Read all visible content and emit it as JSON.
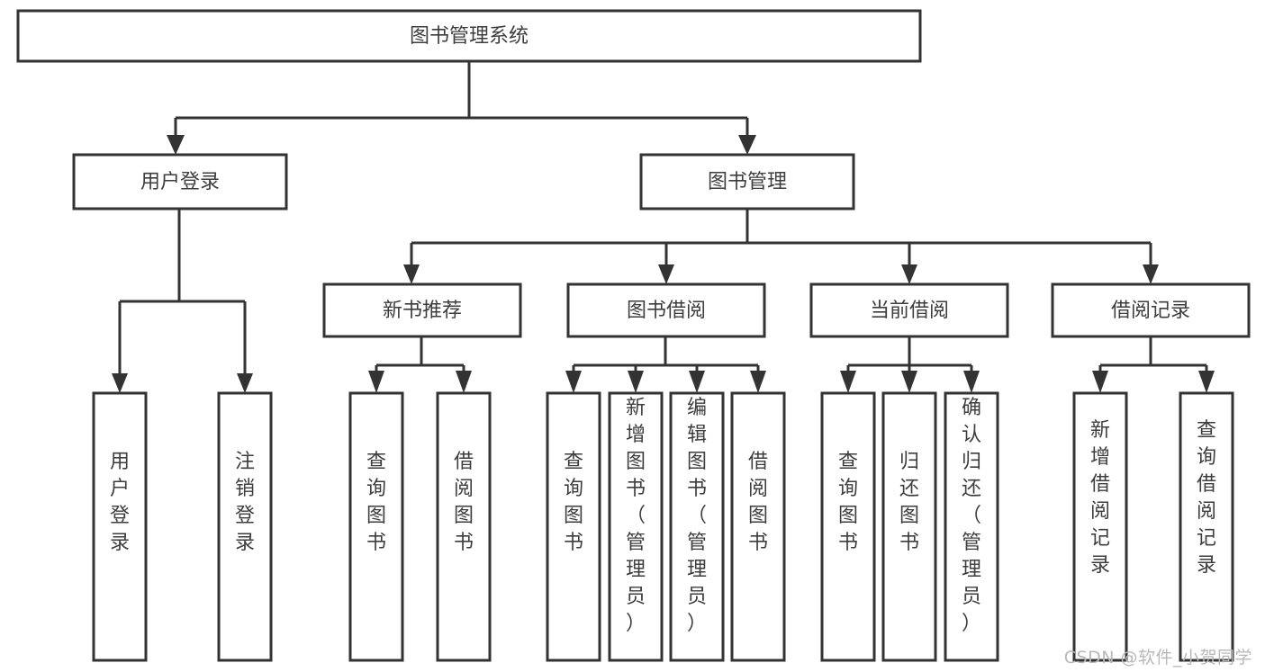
{
  "diagram": {
    "type": "tree-hierarchy",
    "title": "图书管理系统",
    "watermark": "CSDN @软件_小贺同学",
    "colors": {
      "box_stroke": "#333333",
      "box_fill": "#ffffff",
      "text": "#3d3d3d",
      "background": "#ffffff",
      "watermark": "#b8b8b8"
    },
    "nodes": {
      "root": {
        "label": "图书管理系统",
        "level": 1,
        "orientation": "horizontal"
      },
      "l2": [
        {
          "id": "user-login",
          "label": "用户登录",
          "level": 2,
          "orientation": "horizontal"
        },
        {
          "id": "book-manage",
          "label": "图书管理",
          "level": 2,
          "orientation": "horizontal"
        }
      ],
      "l3": [
        {
          "id": "new-book-recommend",
          "label": "新书推荐",
          "level": 3,
          "orientation": "horizontal",
          "parent": "book-manage"
        },
        {
          "id": "book-borrow",
          "label": "图书借阅",
          "level": 3,
          "orientation": "horizontal",
          "parent": "book-manage"
        },
        {
          "id": "current-borrow",
          "label": "当前借阅",
          "level": 3,
          "orientation": "horizontal",
          "parent": "book-manage"
        },
        {
          "id": "borrow-record",
          "label": "借阅记录",
          "level": 3,
          "orientation": "horizontal",
          "parent": "book-manage"
        }
      ],
      "leaves": [
        {
          "id": "leaf-user-login",
          "label": "用户登录",
          "parent": "user-login",
          "orientation": "vertical"
        },
        {
          "id": "leaf-user-logout",
          "label": "注销登录",
          "parent": "user-login",
          "orientation": "vertical"
        },
        {
          "id": "leaf-query-book-1",
          "label": "查询图书",
          "parent": "new-book-recommend",
          "orientation": "vertical"
        },
        {
          "id": "leaf-borrow-book-1",
          "label": "借阅图书",
          "parent": "new-book-recommend",
          "orientation": "vertical"
        },
        {
          "id": "leaf-query-book-2",
          "label": "查询图书",
          "parent": "book-borrow",
          "orientation": "vertical"
        },
        {
          "id": "leaf-add-book",
          "label": "新增图书（管理员）",
          "parent": "book-borrow",
          "orientation": "vertical"
        },
        {
          "id": "leaf-edit-book",
          "label": "编辑图书（管理员）",
          "parent": "book-borrow",
          "orientation": "vertical"
        },
        {
          "id": "leaf-borrow-book-2",
          "label": "借阅图书",
          "parent": "book-borrow",
          "orientation": "vertical"
        },
        {
          "id": "leaf-query-book-3",
          "label": "查询图书",
          "parent": "current-borrow",
          "orientation": "vertical"
        },
        {
          "id": "leaf-return-book",
          "label": "归还图书",
          "parent": "current-borrow",
          "orientation": "vertical"
        },
        {
          "id": "leaf-confirm-return",
          "label": "确认归还（管理员）",
          "parent": "current-borrow",
          "orientation": "vertical"
        },
        {
          "id": "leaf-add-record",
          "label": "新增借阅记录",
          "parent": "borrow-record",
          "orientation": "vertical"
        },
        {
          "id": "leaf-query-record",
          "label": "查询借阅记录",
          "parent": "borrow-record",
          "orientation": "vertical"
        }
      ]
    }
  }
}
